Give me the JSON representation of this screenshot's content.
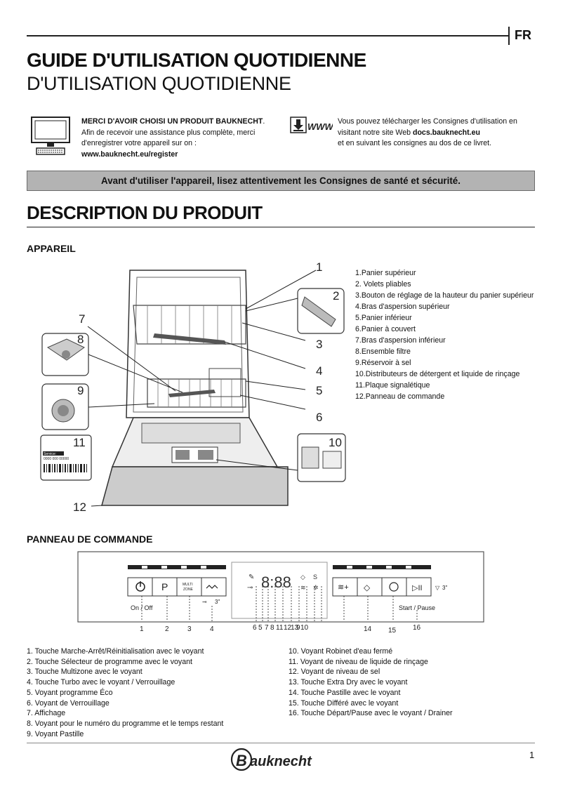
{
  "header": {
    "lang": "FR",
    "title_line1": "GUIDE D'UTILISATION QUOTIDIENNE",
    "title_line2": "D'UTILISATION QUOTIDIENNE"
  },
  "intro": {
    "merci_bold": "MERCI D'AVOIR CHOISI UN PRODUIT BAUKNECHT",
    "merci_dot": ".",
    "merci_text": "Afin de recevoir une assistance plus complète, merci d'enregistrer votre appareil sur on :",
    "merci_url": "www.bauknecht.eu/register",
    "www_label": "WWW",
    "dl_text1": "Vous pouvez télécharger les Consignes d'utilisation en visitant notre site Web",
    "dl_url": "docs.bauknecht.eu",
    "dl_text2": "et en suivant les consignes au dos de ce livret."
  },
  "banner": "Avant d'utiliser l'appareil, lisez attentivement les Consignes de santé et sécurité.",
  "section_title": "DESCRIPTION DU PRODUIT",
  "appareil": {
    "heading": "APPAREIL",
    "callouts": [
      "1",
      "2",
      "3",
      "4",
      "5",
      "6",
      "7",
      "8",
      "9",
      "10",
      "11",
      "12"
    ],
    "plate_service": "Service:",
    "plate_number": "0000 000 00000",
    "parts": [
      "1.Panier supérieur",
      "2. Volets pliables",
      "3.Bouton de réglage de la hauteur du panier supérieur",
      "4.Bras d'aspersion supérieur",
      "5.Panier inférieur",
      "6.Panier à couvert",
      "7.Bras d'aspersion inférieur",
      "8.Ensemble filtre",
      "9.Réservoir à sel",
      "10.Distributeurs de détergent et liquide de rinçage",
      "11.Plaque signalétique",
      "12.Panneau de commande"
    ]
  },
  "panneau": {
    "heading": "PANNEAU DE COMMANDE",
    "on_off_label": "On / Off",
    "start_pause_label": "Start / Pause",
    "multi_label": "MULTI",
    "zone_label": "ZONE",
    "p_label": "P",
    "lock_time": "3\"",
    "start_time": "3\"",
    "display_digits": "8:88",
    "numbers": [
      "1",
      "2",
      "3",
      "4",
      "6",
      "5",
      "7",
      "8",
      "11",
      "12",
      "13",
      "9",
      "10",
      "14",
      "15",
      "16"
    ],
    "legend_left": [
      "1. Touche Marche-Arrêt/Réinitialisation avec le voyant",
      "2.    Touche Sélecteur de programme avec le voyant",
      "3.    Touche Multizone avec le voyant",
      "4. Touche Turbo avec le voyant / Verrouillage",
      "5.  Voyant programme Éco",
      "6. Voyant de Verrouillage",
      "7. Affichage",
      "8.    Voyant pour le numéro du programme et le temps restant",
      "9. Voyant Pastille"
    ],
    "legend_right": [
      "10. Voyant Robinet d'eau fermé",
      "11. Voyant de niveau de liquide de rinçage",
      "12. Voyant de niveau de sel",
      "13. Touche Extra Dry avec le voyant",
      "14. Touche Pastille avec le voyant",
      "15. Touche Différé avec le voyant",
      "16. Touche Départ/Pause avec le voyant / Drainer"
    ]
  },
  "footer": {
    "brand": "Bauknecht",
    "page": "1"
  }
}
